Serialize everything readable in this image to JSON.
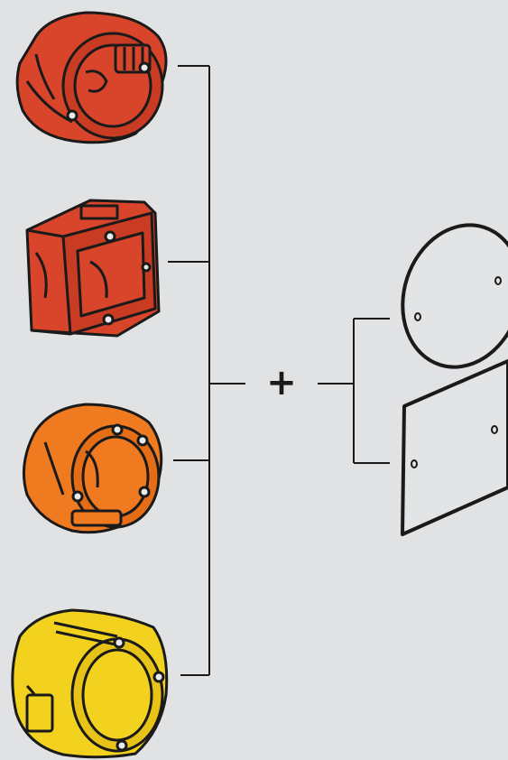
{
  "diagram": {
    "background": "#e1e2e4",
    "line_color": "#1a1a1a",
    "plus_symbol": "+",
    "boxes": [
      {
        "name": "round-flush-box-red",
        "shape": "round",
        "color": "#d9452b"
      },
      {
        "name": "square-flush-box-red",
        "shape": "square",
        "color": "#d9452b"
      },
      {
        "name": "round-hollow-wall-box-orange",
        "shape": "round",
        "color": "#f07a20"
      },
      {
        "name": "round-hollow-wall-box-yellow",
        "shape": "round",
        "color": "#f3d21f"
      }
    ],
    "covers": [
      {
        "name": "round-cover-plate",
        "shape": "round"
      },
      {
        "name": "square-cover-plate",
        "shape": "square"
      }
    ]
  }
}
